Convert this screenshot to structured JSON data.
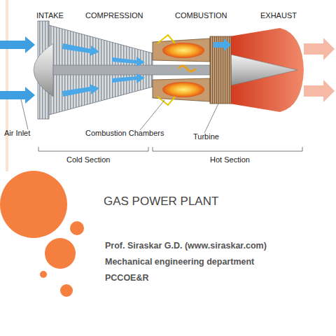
{
  "diagram": {
    "title": "GAS POWER PLANT",
    "labels": [
      "INTAKE",
      "COMPRESSION",
      "COMBUSTION",
      "EXHAUST",
      "Air Inlet",
      "Combustion Chambers",
      "Turbine",
      "Cold Section",
      "Hot Section",
      "Prof. Siraskar G.D. (www.siraskar.com)",
      "Mechanical engineering department",
      "PCCOE&R"
    ]
  }
}
